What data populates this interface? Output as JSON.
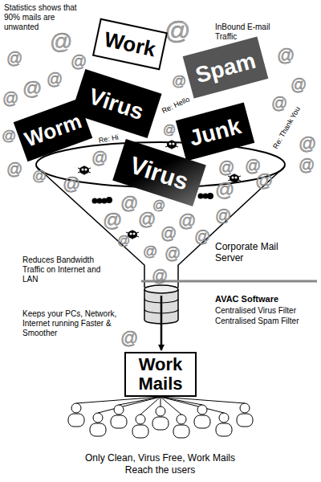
{
  "diagram": {
    "caption": "Only Clean, Virus Free, Work Mails Reach the users",
    "nodes": [
      {
        "text": [
          "Work"
        ]
      },
      {
        "text": [
          "Spam"
        ]
      },
      {
        "text": [
          "Virus"
        ]
      },
      {
        "text": [
          "Worm"
        ]
      },
      {
        "text": [
          "Junk"
        ]
      },
      {
        "text": [
          "Virus"
        ]
      },
      {
        "text": [
          "Work Mails"
        ]
      }
    ],
    "labels": [
      "Statistics shows that 90% mails are unwanted",
      "InBound E-mail Traffic",
      "Re: Hello",
      "Re: Hi",
      "Re: Thank You",
      "Corporate Mail Server",
      "Reduces Bandwidth Traffic on Internet and LAN",
      "Keeps your PCs, Network, Internet running Faster & Smoother",
      "AVAC Software",
      "Centralised Virus Filter",
      "Centralised Spam Filter",
      "@",
      "@",
      "@",
      "@",
      "@",
      "@",
      "@",
      "@",
      "@",
      "@",
      "@",
      "@",
      "@",
      "@",
      "@",
      "@",
      "@",
      "@",
      "@",
      "@",
      "@",
      "@",
      "@",
      "@",
      "@",
      "@",
      "@",
      "@",
      "@",
      "@",
      "@",
      "@",
      "@",
      "@",
      "@",
      "@"
    ]
  }
}
